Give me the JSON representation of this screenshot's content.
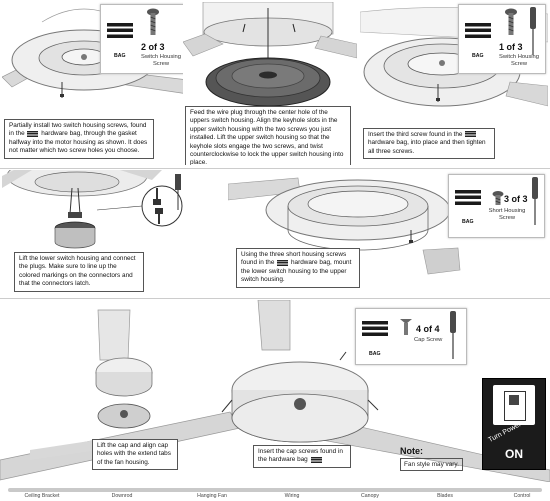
{
  "panel1": {
    "caption_before_icon": "Partially install two switch housing screws, found in the",
    "caption_after_icon": "hardware bag, through the gasket halfway into the motor housing as shown. It does not matter which two screw holes you choose.",
    "badge": {
      "bag": "BAG",
      "count": "2 of 3",
      "part": "Switch Housing Screw"
    }
  },
  "panel2": {
    "caption": "Feed the wire plug through the center hole of the uppers switch housing. Align the keyhole slots in the upper switch housing with the two screws you just installed. Lift the upper switch housing so that the keyhole slots engage the two screws, and twist counterclockwise to lock the upper switch housing into place."
  },
  "panel3": {
    "caption_before_icon": "Insert the third screw found in the",
    "caption_after_icon": "hardware bag, into place and then tighten all three screws.",
    "badge": {
      "bag": "BAG",
      "count": "1 of 3",
      "part": "Switch Housing Screw"
    }
  },
  "panel4": {
    "caption": "Lift the lower switch housing and connect the plugs. Make sure to line up the colored markings on the connectors and that the connectors latch."
  },
  "panel5": {
    "caption_before_icon": "Using the three short housing screws found in the",
    "caption_after_icon": "hardware bag, mount the lower switch housing to the upper switch housing.",
    "badge": {
      "bag": "BAG",
      "count": "3 of 3",
      "part": "Short Housing Screw"
    }
  },
  "panel6": {
    "caption_left": "Lift the cap and align cap holes with the extend tabs of the fan housing.",
    "caption_center": "Insert the cap screws found in the hardware bag",
    "badge": {
      "bag": "BAG",
      "count": "4 of 4",
      "part": "Cap Screw"
    },
    "note_title": "Note:",
    "note_text": "Fan style may vary.",
    "sign_text": "Turn Power",
    "sign_state": "ON"
  },
  "steps": [
    "Ceiling Bracket",
    "Downrod",
    "Hanging Fan",
    "Wiring",
    "Canopy",
    "Blades",
    "Control"
  ]
}
